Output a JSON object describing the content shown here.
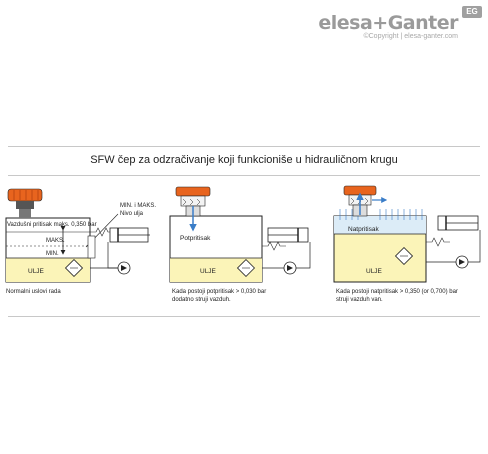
{
  "brand": {
    "logo": "elesa+Ganter",
    "copyright": "©Copyright | elesa-ganter.com",
    "badge": "EG"
  },
  "title": "SFW čep za odzračivanje koji funkcioniše u hidrauličnom krugu",
  "panel1": {
    "air_pressure": "Vazdušni pritisak maks. 0,350 bar",
    "min_max": "MIN. i MAKS.",
    "level": "Nivo ulja",
    "maks": "MAKS.",
    "min": "MIN.",
    "ulje": "ULJE",
    "caption": [
      "Normalni uslovi rada"
    ]
  },
  "panel2": {
    "underpressure": "Potpritisak",
    "ulje": "ULJE",
    "caption": [
      "Kada postoji potpritisak > 0,030 bar",
      "dodatno struji vazduh."
    ]
  },
  "panel3": {
    "overpressure": "Natpritisak",
    "ulje": "ULJE",
    "caption": [
      "Kada postoji natpritisak > 0,350 (or 0,700) bar",
      "struji vazduh van."
    ]
  },
  "colors": {
    "oil": "#fbf4b8",
    "air_blue": "#dcecf7",
    "orange": "#e8641e",
    "flow_blue": "#3a7dc8",
    "line": "#222222"
  }
}
